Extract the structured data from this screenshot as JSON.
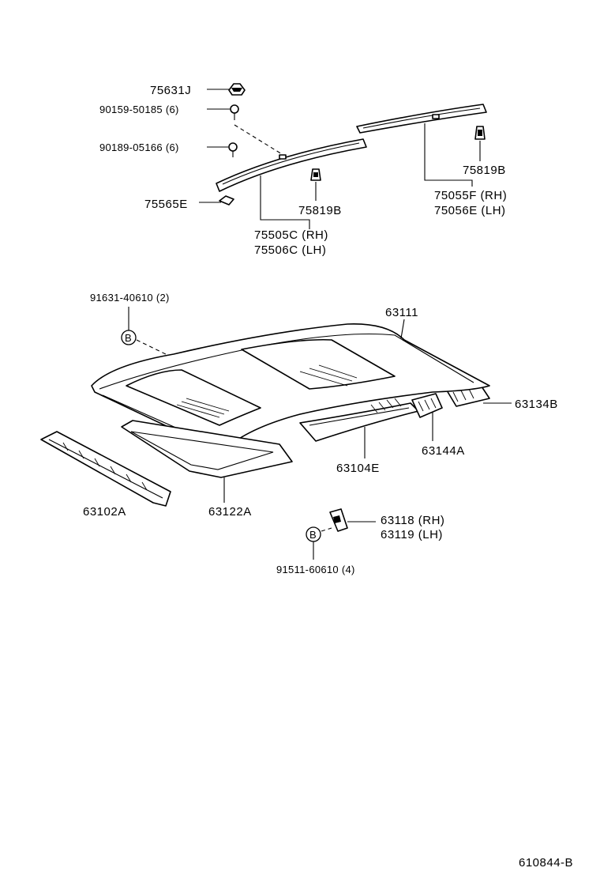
{
  "labels": {
    "p75631j": "75631J",
    "p90159": "90159-50185 (6)",
    "p90189": "90189-05166 (6)",
    "p75565e": "75565E",
    "p75819b_a": "75819B",
    "p75505c": "75505C (RH)",
    "p75506c": "75506C (LH)",
    "p75819b_b": "75819B",
    "p75055f": "75055F (RH)",
    "p75056e": "75056E (LH)",
    "p91631": "91631-40610 (2)",
    "p63111": "63111",
    "p63134b": "63134B",
    "p63144a": "63144A",
    "p63104e": "63104E",
    "p63102a": "63102A",
    "p63122a": "63122A",
    "p63118": "63118 (RH)",
    "p63119": "63119 (LH)",
    "p91511": "91511-60610 (4)",
    "callout_b": "B",
    "drawing_number": "610844-B"
  }
}
